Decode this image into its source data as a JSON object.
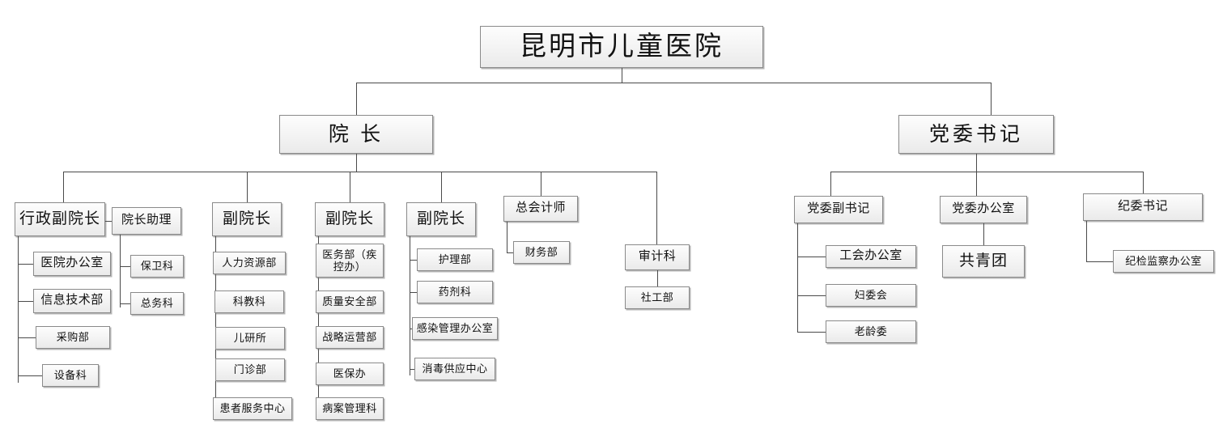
{
  "chart": {
    "type": "org-chart",
    "title": "昆明市儿童医院",
    "root": {
      "label": "昆明市儿童医院"
    },
    "level1": [
      {
        "label": "院  长"
      },
      {
        "label": "党委书记"
      }
    ],
    "level2": [
      {
        "label": "行政副院长"
      },
      {
        "label": "院长助理"
      },
      {
        "label": "副院长"
      },
      {
        "label": "副院长"
      },
      {
        "label": "副院长"
      },
      {
        "label": "总会计师"
      },
      {
        "label": "审计科"
      },
      {
        "label": "党委副书记"
      },
      {
        "label": "党委办公室"
      },
      {
        "label": "纪委书记"
      }
    ],
    "groups": {
      "xingzheng_fuyuanzhang": [
        "医院办公室",
        "信息技术部",
        "采购部",
        "设备科"
      ],
      "yuanzhang_zhuli": [
        "保卫科",
        "总务科"
      ],
      "fuyuanzhang_1": [
        "人力资源部",
        "科教科",
        "儿研所",
        "门诊部",
        "患者服务中心"
      ],
      "fuyuanzhang_2": [
        "医务部（疾\n控办）",
        "质量安全部",
        "战略运营部",
        "医保办",
        "病案管理科"
      ],
      "fuyuanzhang_3": [
        "护理部",
        "药剂科",
        "感染管理办公室",
        "消毒供应中心"
      ],
      "zonghuijishi": [
        "财务部"
      ],
      "shenjike": [
        "社工部"
      ],
      "dangwei_fushuji": [
        "工会办公室",
        "妇委会",
        "老龄委"
      ],
      "dangwei_bangongshi": [
        "共青团"
      ],
      "jiwei_shuji": [
        "纪检监察办公室"
      ]
    },
    "colors": {
      "box_border": "#8a8a8a",
      "box_fill": "#f3f3f3",
      "line": "#4a4a4a",
      "text": "#111111",
      "background": "#ffffff"
    }
  }
}
